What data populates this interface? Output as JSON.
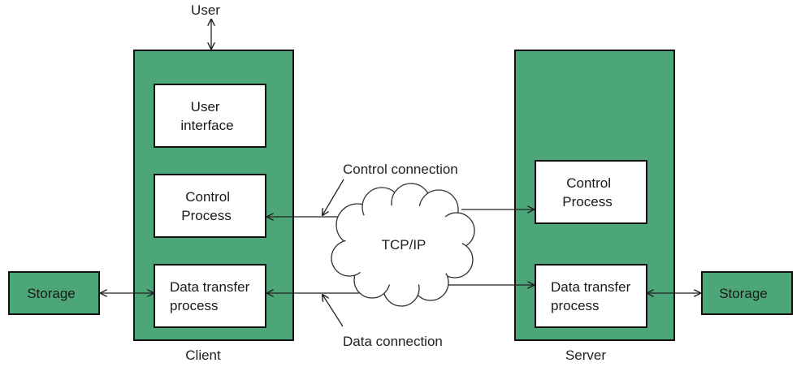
{
  "labels": {
    "user": "User",
    "client": "Client",
    "server": "Server",
    "control_connection": "Control connection",
    "data_connection": "Data connection",
    "network": "TCP/IP"
  },
  "client": {
    "user_interface": [
      "User",
      "interface"
    ],
    "control_process": [
      "Control",
      "Process"
    ],
    "data_transfer_process": [
      "Data transfer",
      "process"
    ]
  },
  "server": {
    "control_process": [
      "Control",
      "Process"
    ],
    "data_transfer_process": [
      "Data transfer",
      "process"
    ]
  },
  "storage_left": "Storage",
  "storage_right": "Storage",
  "colors": {
    "green_fill": "#4da677",
    "stroke": "#111111",
    "white": "#ffffff",
    "cloud_fill": "#ffffff"
  }
}
